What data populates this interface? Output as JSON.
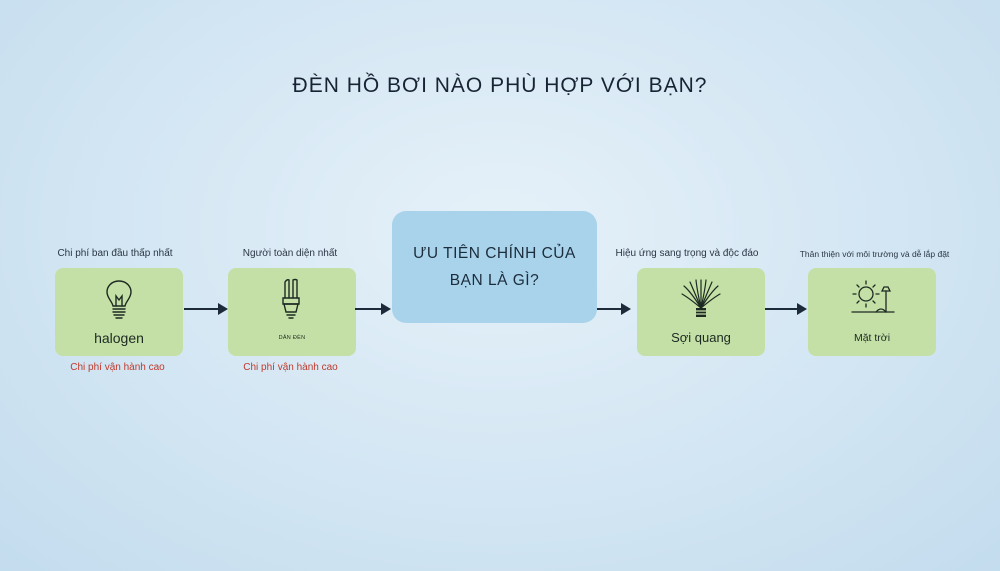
{
  "title": "ĐÈN HỒ BƠI NÀO PHÙ HỢP VỚI BẠN?",
  "center": {
    "line1": "ƯU TIÊN CHÍNH CỦA",
    "line2": "BẠN LÀ GÌ?"
  },
  "options": [
    {
      "caption": "Chi phí ban đầu thấp nhất",
      "label": "halogen",
      "cost": "Chi phí vận hành cao",
      "icon": "light-bulb-icon"
    },
    {
      "caption": "Người toàn diện nhất",
      "label": "DÂN ĐÈN",
      "cost": "Chi phí vận hành cao",
      "icon": "cfl-bulb-icon"
    },
    {
      "caption": "Hiệu ứng sang trọng và độc đáo",
      "label": "Sợi quang",
      "icon": "fiber-optic-icon"
    },
    {
      "caption": "Thân thiện với môi trường và dễ lắp đặt",
      "label": "Mặt trời",
      "icon": "solar-sun-icon"
    }
  ],
  "colors": {
    "card": "#c5e0a6",
    "center": "#a9d3ea",
    "cost_text": "#c0392b",
    "arrow": "#1d2a3a"
  }
}
